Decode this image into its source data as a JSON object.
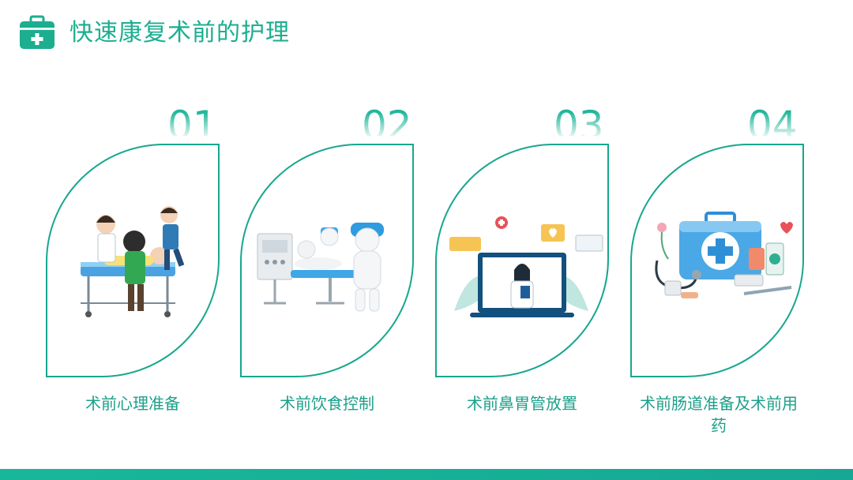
{
  "header": {
    "title": "快速康复术前的护理",
    "icon": "medical-kit-icon"
  },
  "colors": {
    "accent": "#1cae8f",
    "card_border": "#17a78e"
  },
  "items": [
    {
      "number": "01",
      "label": "术前心理准备",
      "illustration": "stretcher-transport-illustration"
    },
    {
      "number": "02",
      "label": "术前饮食控制",
      "illustration": "operating-bed-patient-illustration"
    },
    {
      "number": "03",
      "label": "术前鼻胃管放置",
      "illustration": "doctor-on-screen-illustration"
    },
    {
      "number": "04",
      "label": "术前肠道准备及术前用药",
      "illustration": "medical-kit-supplies-illustration"
    }
  ]
}
